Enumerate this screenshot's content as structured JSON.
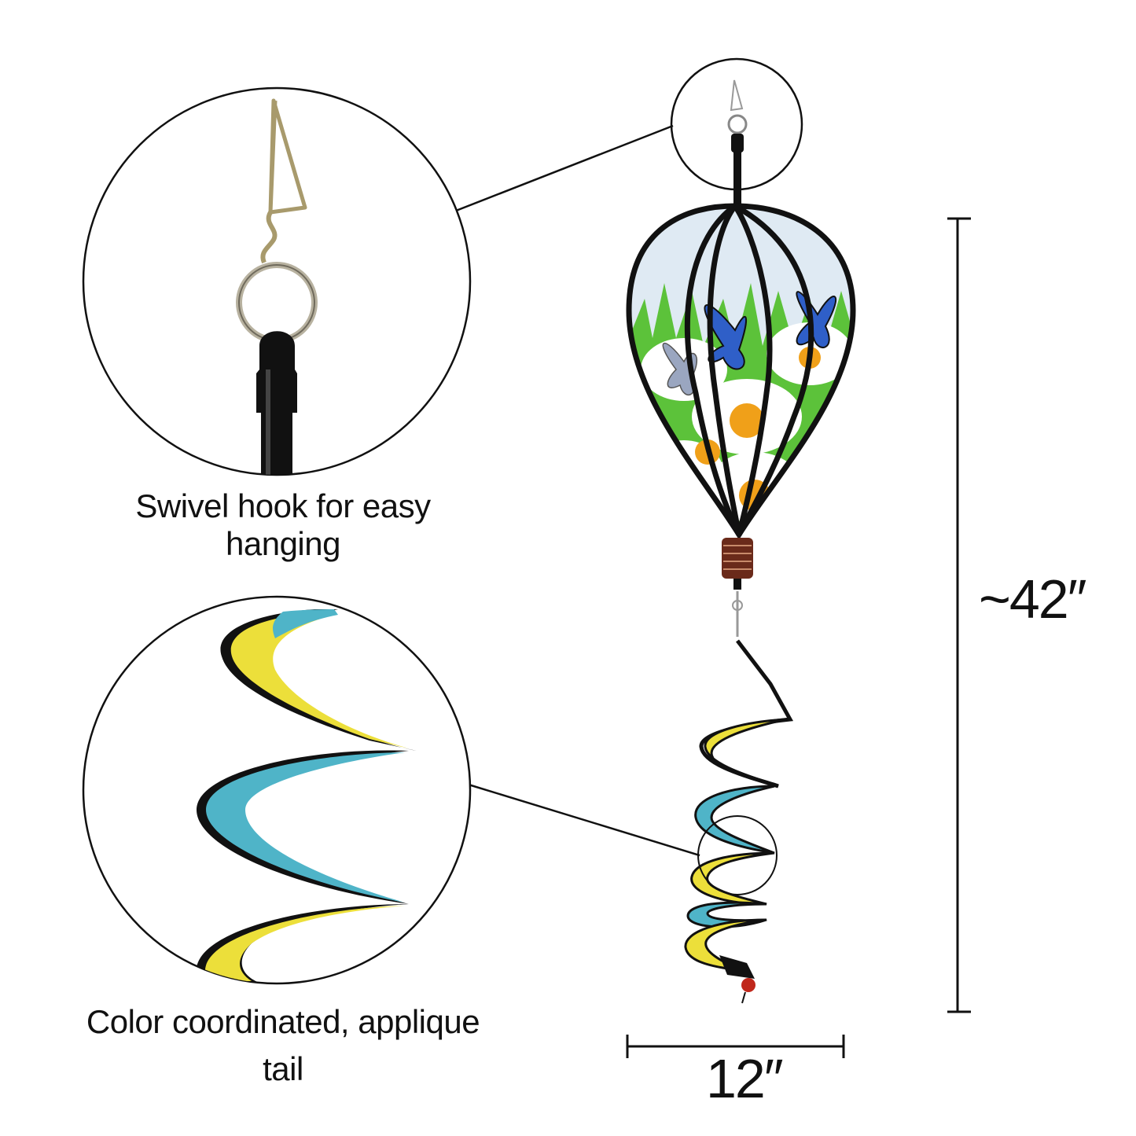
{
  "captions": {
    "hook": "Swivel hook for easy hanging",
    "tail_line1": "Color coordinated, applique",
    "tail_line2": "tail"
  },
  "dimensions": {
    "height": "~42″",
    "width": "12″"
  },
  "colors": {
    "frame": "#111111",
    "sky": "#dfeaf3",
    "grass": "#5cc23a",
    "butterfly": "#2f5fc8",
    "daisy_center": "#f0a019",
    "tail_yellow": "#ecdf3a",
    "tail_teal": "#4fb4c8",
    "bead": "#c0281c"
  }
}
